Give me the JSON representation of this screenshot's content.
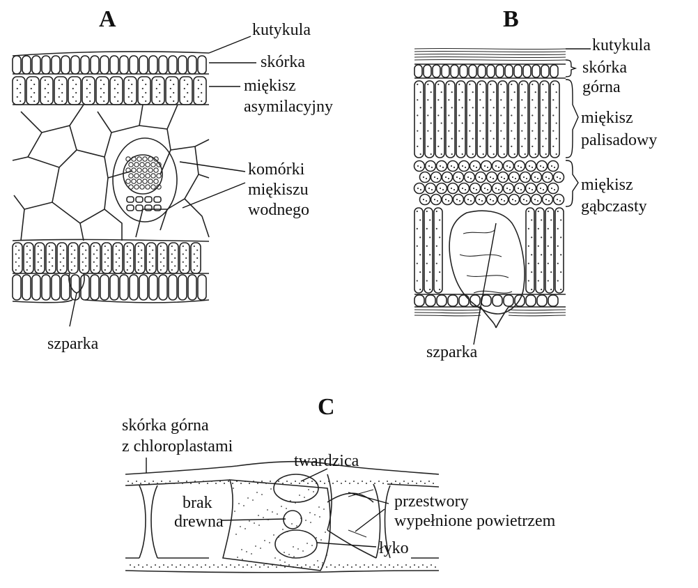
{
  "panels": [
    {
      "id": "A",
      "letter": "A",
      "labels": [
        "kutykula",
        "skórka",
        "miękisz",
        "asymilacyjny",
        "komórki",
        "miękiszu",
        "wodnego",
        "szparka"
      ]
    },
    {
      "id": "B",
      "letter": "B",
      "labels": [
        "kutykula",
        "skórka",
        "górna",
        "miękisz",
        "palisadowy",
        "miękisz",
        "gąbczasty",
        "szparka"
      ]
    },
    {
      "id": "C",
      "letter": "C",
      "labels": [
        "skórka górna",
        "z chloroplastami",
        "twardzica",
        "brak",
        "drewna",
        "przestwory",
        "wypełnione powietrzem",
        "łyko"
      ]
    }
  ]
}
